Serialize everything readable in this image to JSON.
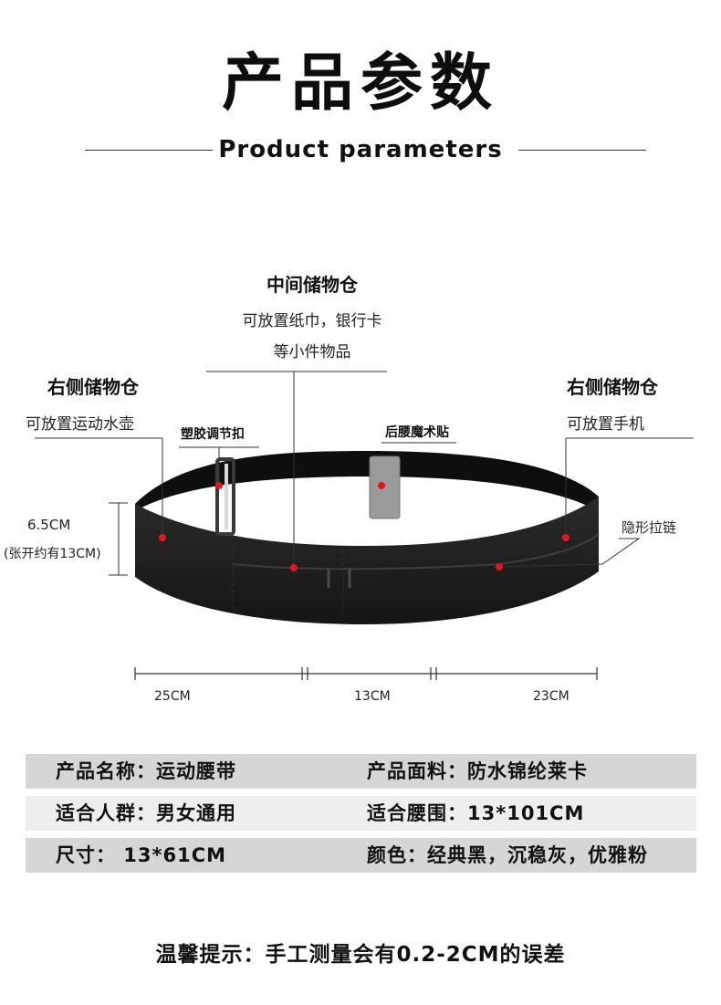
{
  "header": {
    "title_cn": "产品参数",
    "title_en": "Product parameters"
  },
  "callouts": {
    "middle": {
      "title": "中间储物仓",
      "line1": "可放置纸巾，银行卡",
      "line2": "等小件物品"
    },
    "left": {
      "title": "右侧储物仓",
      "line1": "可放置运动水壶"
    },
    "right": {
      "title": "右侧储物仓",
      "line1": "可放置手机"
    },
    "buckle": "塑胶调节扣",
    "velcro": "后腰魔术贴",
    "zipper": "隐形拉链"
  },
  "dimensions": {
    "height": "6.5CM",
    "height_note": "(张开约有13CM)",
    "seg1": "25CM",
    "seg2": "13CM",
    "seg3": "23CM"
  },
  "specs": [
    {
      "left": "产品名称：运动腰带",
      "right": "产品面料：防水锦纶莱卡"
    },
    {
      "left": "适合人群：男女通用",
      "right": "适合腰围：13*101CM"
    },
    {
      "left": "尺寸： 13*61CM",
      "right": "颜色：经典黑，沉稳灰，优雅粉"
    }
  ],
  "tip": "温馨提示：手工测量会有0.2-2CM的误差",
  "colors": {
    "marker": "#e8141c",
    "belt": "#1c1c1c",
    "row_dark": "#d6d6d6",
    "row_light": "#eeeeee"
  }
}
